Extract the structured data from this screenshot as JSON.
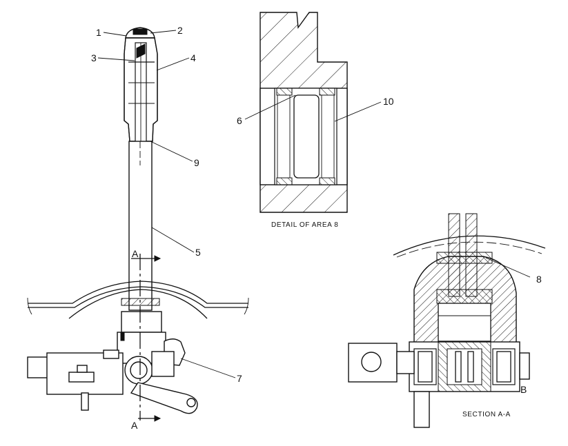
{
  "callouts": {
    "c1": "1",
    "c2": "2",
    "c3": "3",
    "c4": "4",
    "c5": "5",
    "c6": "6",
    "c7": "7",
    "c8": "8",
    "c9": "9",
    "c10": "10"
  },
  "section_markers": {
    "top_a": "A",
    "bottom_a": "A",
    "b": "B"
  },
  "captions": {
    "detail": "DETAIL OF AREA 8",
    "section": "SECTION A-A"
  }
}
